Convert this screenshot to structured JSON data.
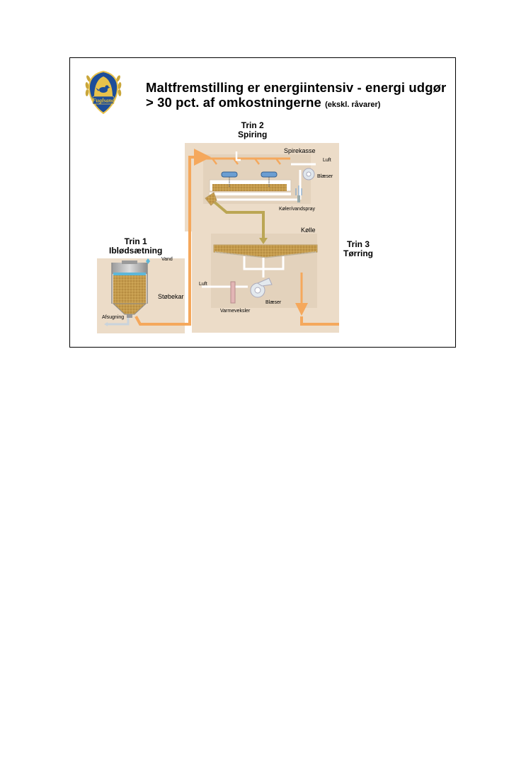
{
  "colors": {
    "orange_flow": "#f5a85c",
    "olive_flow": "#bba654",
    "panel": "#ecdcc8",
    "grain": "#c49a4c",
    "logo_blue": "#1d4d99",
    "logo_gold": "#ecc233"
  },
  "logo": {
    "text": "Fuglsang",
    "icons": [
      "bird-icon",
      "wheat-icon"
    ]
  },
  "title": {
    "main": "Maltfremstilling er energiintensiv - energi udgør > 30 pct. af omkostningerne",
    "note": "(ekskl. råvarer)"
  },
  "steps": {
    "trin1": {
      "number": "Trin 1",
      "name": "Iblødsætning"
    },
    "trin2": {
      "number": "Trin 2",
      "name": "Spiring"
    },
    "trin3": {
      "number": "Trin 3",
      "name": "Tørring"
    }
  },
  "labels": {
    "vand": "Vand",
    "stobekar": "Støbekar",
    "afsugning": "Afsugning",
    "spirekasse": "Spirekasse",
    "luft_top": "Luft",
    "blaeser_top": "Blæser",
    "koler": "Køler/vandspray",
    "kolle": "Kølle",
    "luft_bottom": "Luft",
    "varmeveksler": "Varmeveksler",
    "blaeser_bottom": "Blæser"
  }
}
